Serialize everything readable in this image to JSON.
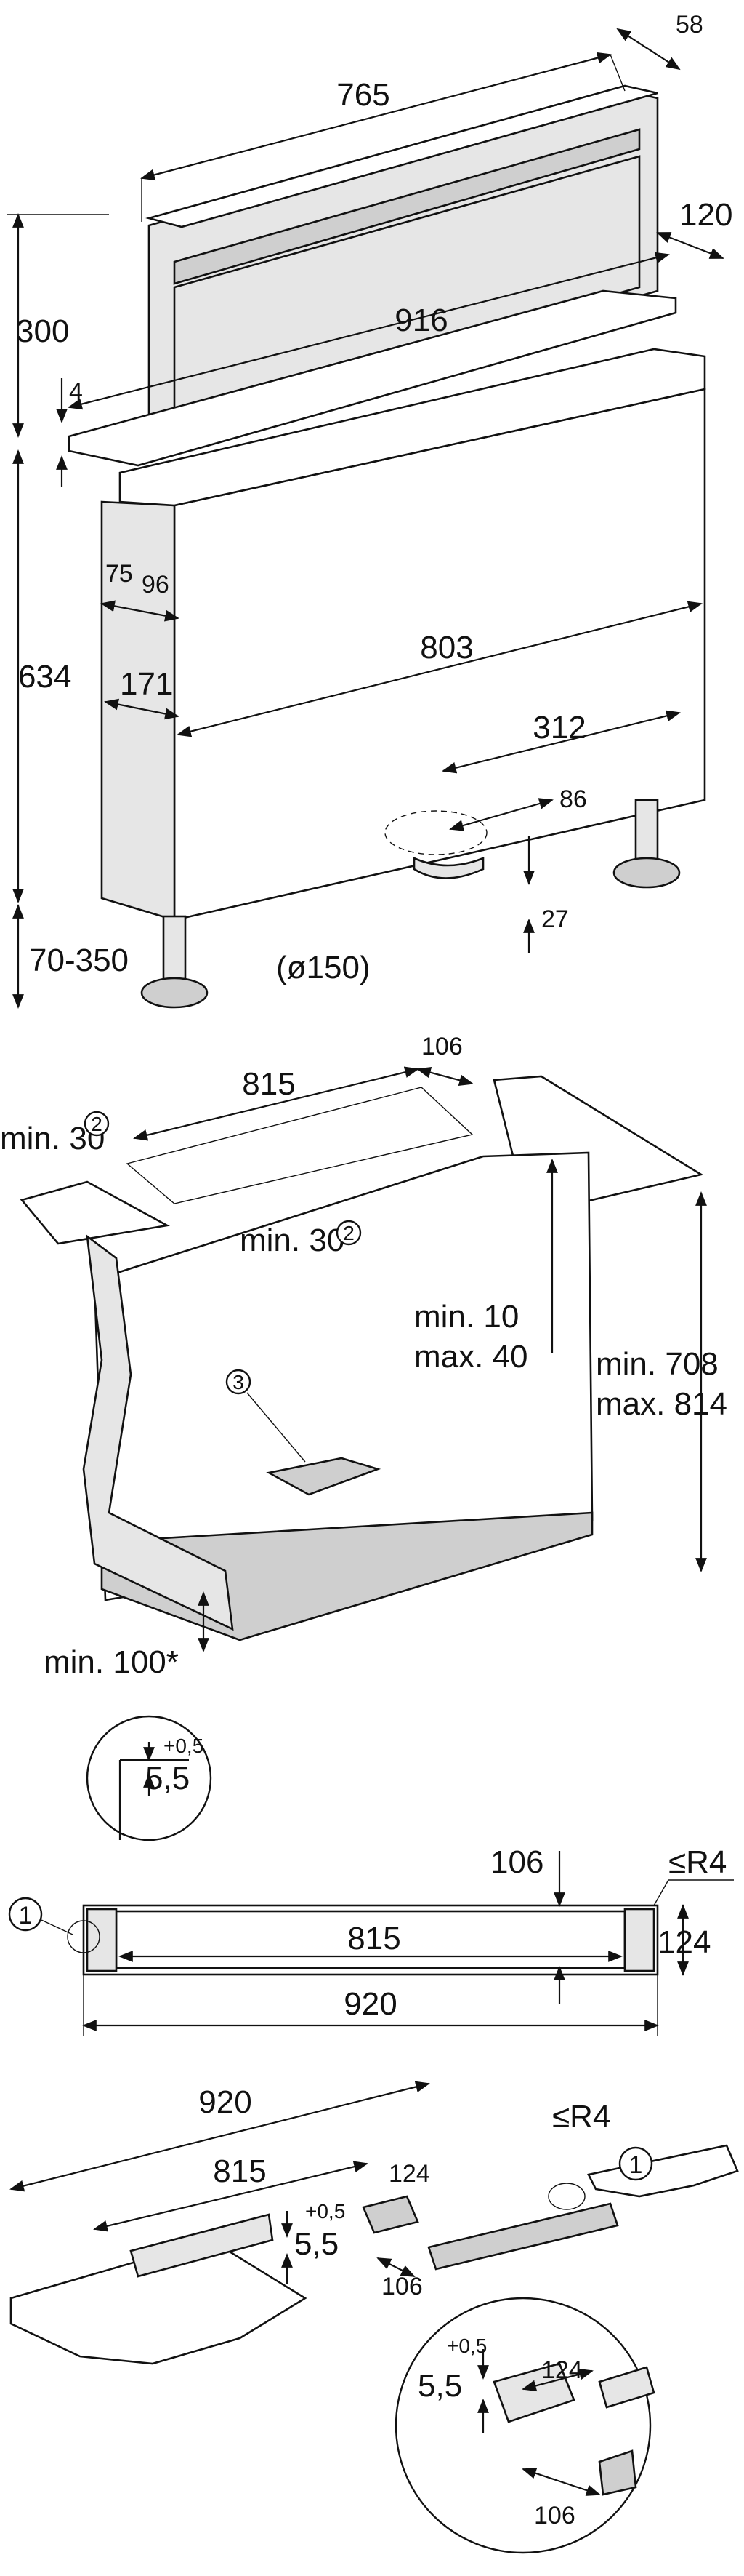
{
  "view1": {
    "dims": {
      "width_top": "765",
      "depth_top": "58",
      "lip": "120",
      "overall_width": "916",
      "raise_height": "300",
      "glass": "4",
      "front_offset_a": "75",
      "front_offset_b": "96",
      "body_height": "634",
      "side_offset": "171",
      "body_width": "803",
      "outlet_offset": "312",
      "outlet_depth": "86",
      "outlet_diam": "(ø150)",
      "outlet_height": "27",
      "feet": "70-350"
    }
  },
  "view2": {
    "dims": {
      "cut_depth": "106",
      "cut_width": "815",
      "min_back": "min. 30",
      "min_front": "min. 30",
      "inner_min": "min. 10",
      "inner_max": "max. 40",
      "height_min": "min. 708",
      "height_max": "max. 814",
      "floor_min": "min. 100*"
    },
    "callouts": {
      "c2a": "2",
      "c2b": "2",
      "c3": "3"
    }
  },
  "view3": {
    "dims": {
      "tol": "+0,5",
      "rebate": "5,5",
      "cut_depth": "106",
      "radius": "≤R4",
      "inner_width": "815",
      "outer_depth": "124",
      "outer_width": "920"
    },
    "callouts": {
      "c1": "1"
    }
  },
  "view4": {
    "dims": {
      "outer_width": "920",
      "radius": "≤R4",
      "inner_width": "815",
      "tol": "+0,5",
      "rebate": "5,5",
      "depth_a": "124",
      "depth_b": "106",
      "detail_tol": "+0,5",
      "detail_rebate": "5,5",
      "detail_124": "124",
      "detail_106": "106"
    },
    "callouts": {
      "c1": "1"
    }
  }
}
